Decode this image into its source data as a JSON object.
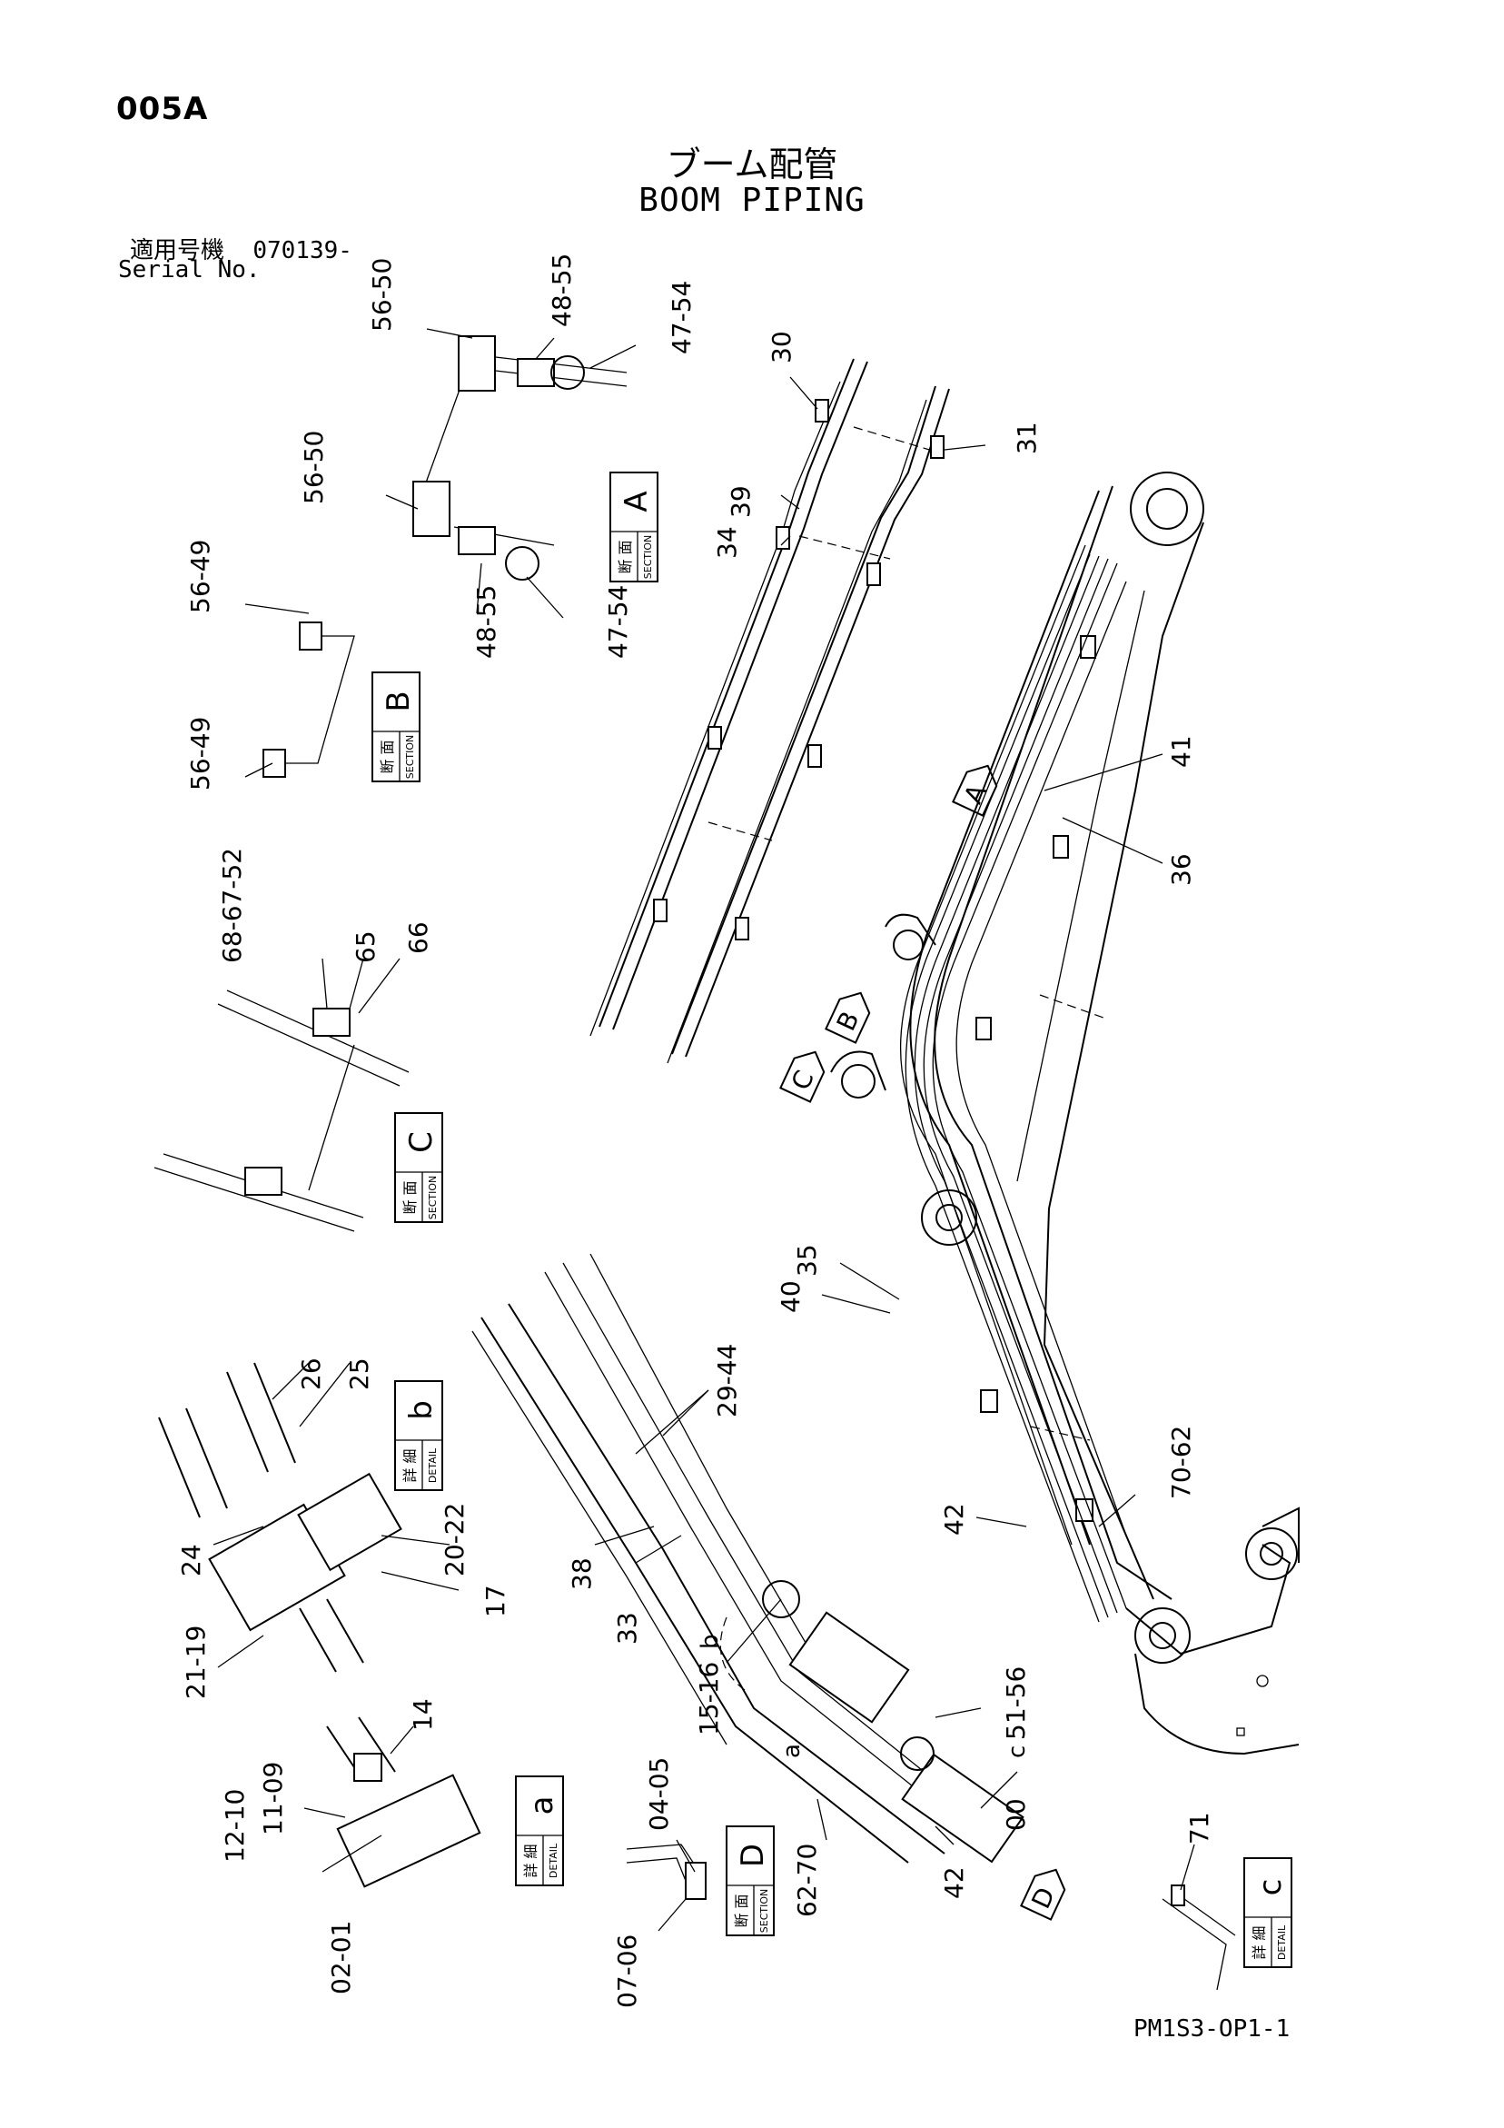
{
  "page_code": "005A",
  "title_jp": "ブーム配管",
  "title_en": "BOOM PIPING",
  "serial_label_jp": "適用号機",
  "serial_value": "070139-",
  "serial_label_en": "Serial No.",
  "doc_code": "PM1S3-OP1-1",
  "boxes": [
    {
      "jp": "断 面",
      "en": "SECTION",
      "letter": "A"
    },
    {
      "jp": "断 面",
      "en": "SECTION",
      "letter": "B"
    },
    {
      "jp": "断 面",
      "en": "SECTION",
      "letter": "C"
    },
    {
      "jp": "断 面",
      "en": "SECTION",
      "letter": "D"
    },
    {
      "jp": "詳 細",
      "en": "DETAIL",
      "letter": "b"
    },
    {
      "jp": "詳 細",
      "en": "DETAIL",
      "letter": "a"
    },
    {
      "jp": "詳 細",
      "en": "DETAIL",
      "letter": "c"
    }
  ],
  "view_markers": [
    "A",
    "B",
    "C",
    "D"
  ],
  "detail_markers": [
    "a",
    "b",
    "c"
  ],
  "part_labels": [
    "56-50",
    "48-55",
    "47-54",
    "56-50",
    "48-55",
    "47-54",
    "56-49",
    "56-49",
    "68-67-52",
    "65",
    "66",
    "30",
    "31",
    "39",
    "34",
    "41",
    "36",
    "35",
    "40",
    "29-44",
    "38",
    "33",
    "26",
    "25",
    "24",
    "20-22",
    "17",
    "21-19",
    "70-62",
    "42",
    "15-16",
    "51-56",
    "00",
    "42",
    "14",
    "12-10",
    "11-09",
    "02-01",
    "04-05",
    "07-06",
    "62-70",
    "71"
  ]
}
